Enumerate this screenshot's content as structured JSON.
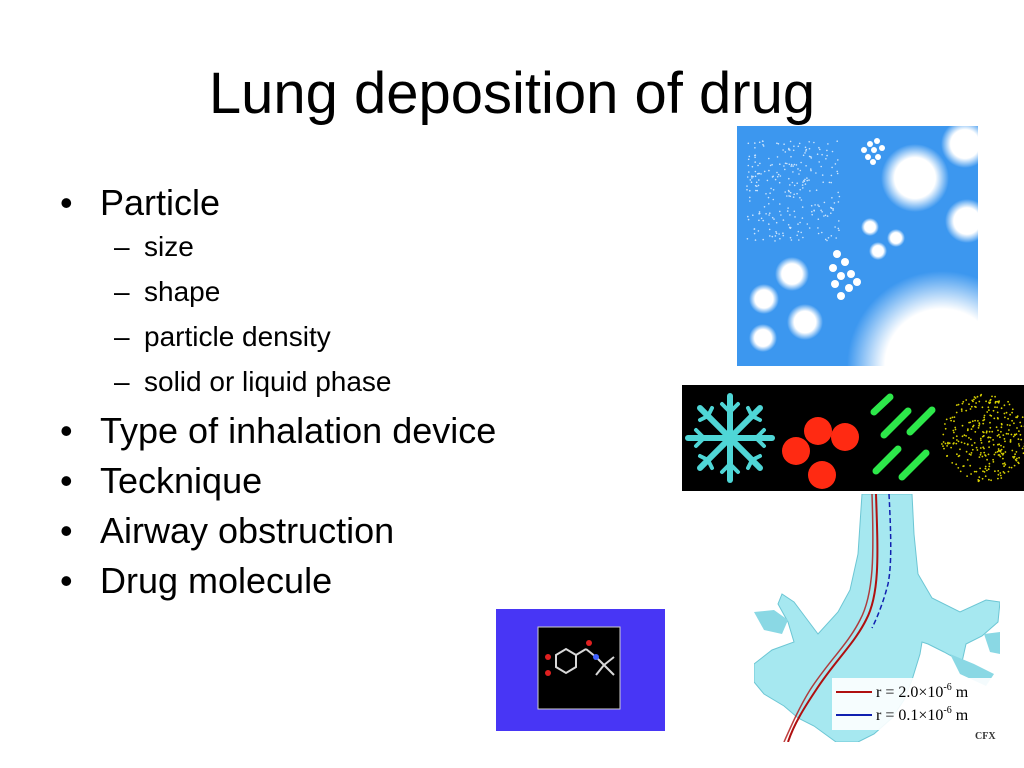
{
  "slide": {
    "title": "Lung deposition of drug",
    "bullets": [
      {
        "text": "Particle",
        "sub": [
          "size",
          "shape",
          "particle density",
          "solid or liquid phase"
        ]
      },
      {
        "text": "Type of inhalation device"
      },
      {
        "text": "Tecknique"
      },
      {
        "text": "Airway obstruction"
      },
      {
        "text": "Drug molecule"
      }
    ]
  },
  "airway_legend": {
    "line1": "r = 2.0×10",
    "line1_exp": "-6",
    "line1_unit": " m",
    "line2": "r = 0.1×10",
    "line2_exp": "-6",
    "line2_unit": " m",
    "brand": "CFX"
  },
  "colors": {
    "particle_bg": "#3c97ef",
    "shapes_bg": "#000000",
    "snowflake": "#4fd6d6",
    "red_particles": "#ff2a12",
    "green_particles": "#2de84a",
    "yellow_dust": "#d8d000",
    "molecule_bg": "#4836f5",
    "airway": "#a6e8f0",
    "line_red": "#b01010",
    "line_blue": "#1020b0"
  }
}
